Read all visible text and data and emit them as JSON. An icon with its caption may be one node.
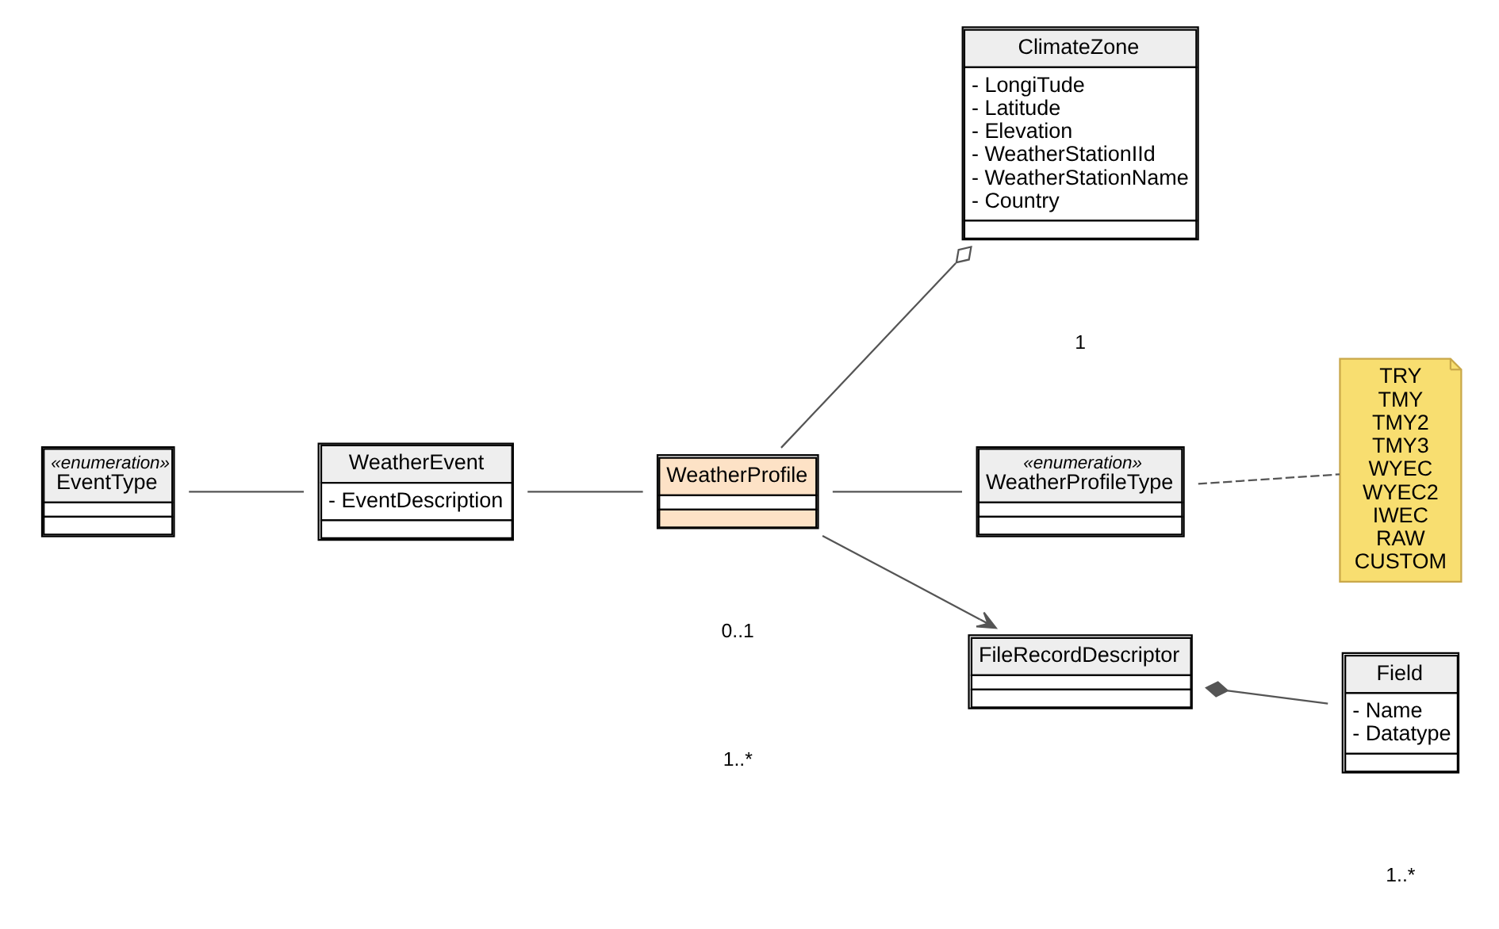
{
  "diagram": {
    "nodes": [
      {
        "text": [
          "«enumeration»",
          "EventType"
        ]
      },
      {
        "text": [
          "WeatherEvent",
          "- EventDescription"
        ]
      },
      {
        "text": [
          "WeatherProfile"
        ]
      },
      {
        "text": [
          "ClimateZone",
          "- LongiTude",
          "- Latitude",
          "- Elevation",
          "- WeatherStationIId",
          "- WeatherStationName",
          "- Country"
        ]
      },
      {
        "text": [
          "«enumeration»",
          "WeatherProfileType"
        ]
      },
      {
        "text": [
          "FileRecordDescriptor"
        ]
      },
      {
        "text": [
          "Field",
          "- Name",
          "- Datatype"
        ]
      },
      {
        "text": [
          "TRY",
          "TMY",
          "TMY2",
          "TMY3",
          "WYEC",
          "WYEC2",
          "IWEC",
          "RAW",
          "CUSTOM"
        ]
      }
    ],
    "edges": [
      {
        "from": 0,
        "to": 1,
        "arrow": "none"
      },
      {
        "from": 1,
        "to": 2,
        "arrow": "none"
      },
      {
        "from": 2,
        "to": 3,
        "arrow": "other"
      },
      {
        "from": 2,
        "to": 4,
        "arrow": "none"
      },
      {
        "from": 2,
        "to": 5,
        "arrow": "to"
      },
      {
        "from": 5,
        "to": 6,
        "arrow": "other"
      },
      {
        "from": 4,
        "to": 7,
        "arrow": "none",
        "style": "dashed"
      }
    ],
    "labels": [
      "1..*",
      "1",
      "0..1",
      "1..*"
    ]
  }
}
